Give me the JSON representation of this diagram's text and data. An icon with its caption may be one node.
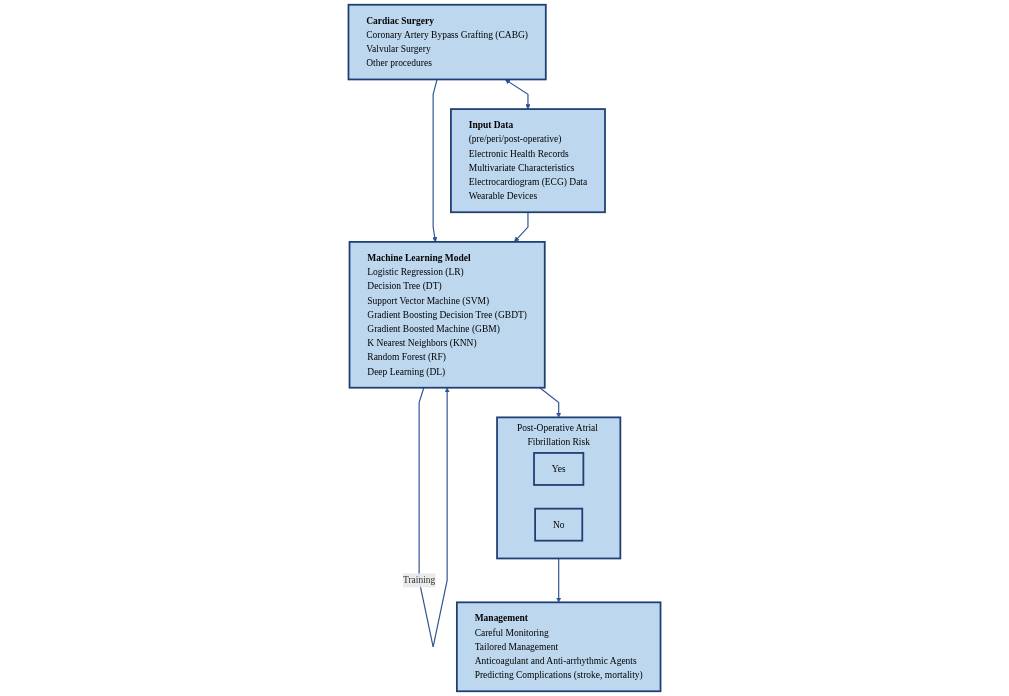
{
  "diagram": {
    "nodes": [
      {
        "text": [
          "Cardiac Surgery",
          "Coronary Artery Bypass Grafting (CABG)",
          "Valvular Surgery",
          "Other procedures"
        ]
      },
      {
        "text": [
          "Input Data",
          "(pre/peri/post-operative)",
          "Electronic Health Records",
          "Multivariate Characteristics",
          "Electrocardiogram (ECG) Data",
          "Wearable Devices"
        ]
      },
      {
        "text": [
          "Machine Learning Model",
          "Logistic Regression (LR)",
          "Decision Tree (DT)",
          "Support Vector Machine (SVM)",
          "Gradient Boosting Decision Tree (GBDT)",
          "Gradient Boosted Machine (GBM)",
          "K Nearest Neighbors (KNN)",
          "Random Forest (RF)",
          "Deep Learning (DL)"
        ]
      },
      {
        "text": [
          "Post-Operative Atrial Fibrillation Risk"
        ]
      },
      {
        "text": [
          "Yes"
        ],
        "in": 3
      },
      {
        "text": [
          "No"
        ],
        "in": 3
      },
      {
        "text": [
          "Management",
          "Careful Monitoring",
          "Tailored Management",
          "Anticoagulant and Anti-arrhythmic Agents",
          "Predicting Complications (stroke, mortality)"
        ]
      }
    ],
    "edges": [
      {
        "from": 0,
        "to": 1,
        "arrow": "both"
      },
      {
        "from": 0,
        "to": 2,
        "arrow": "to"
      },
      {
        "from": 1,
        "to": 2,
        "arrow": "to"
      },
      {
        "from": 2,
        "to": 2,
        "arrow": "to",
        "label": "Training"
      },
      {
        "from": 2,
        "to": 3,
        "arrow": "to"
      },
      {
        "from": 3,
        "to": 6,
        "arrow": "to"
      }
    ]
  }
}
